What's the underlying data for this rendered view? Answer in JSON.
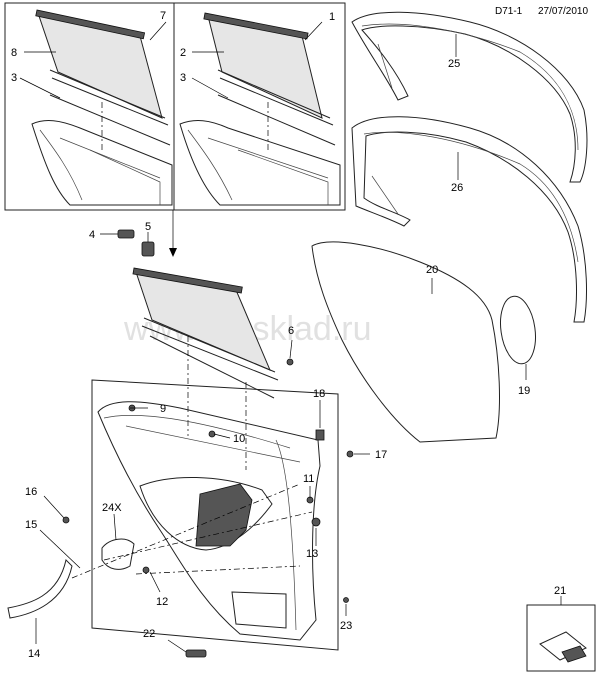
{
  "header": {
    "code": "D71-1",
    "date": "27/07/2010"
  },
  "watermark": "www.gmsklad.ru",
  "callouts": [
    {
      "id": "c7",
      "text": "7"
    },
    {
      "id": "c1",
      "text": "1"
    },
    {
      "id": "c8",
      "text": "8"
    },
    {
      "id": "c2",
      "text": "2"
    },
    {
      "id": "c3a",
      "text": "3"
    },
    {
      "id": "c3b",
      "text": "3"
    },
    {
      "id": "c25",
      "text": "25"
    },
    {
      "id": "c26",
      "text": "26"
    },
    {
      "id": "c4",
      "text": "4"
    },
    {
      "id": "c5",
      "text": "5"
    },
    {
      "id": "c20",
      "text": "20"
    },
    {
      "id": "c6",
      "text": "6"
    },
    {
      "id": "c19",
      "text": "19"
    },
    {
      "id": "c9",
      "text": "9"
    },
    {
      "id": "c18",
      "text": "18"
    },
    {
      "id": "c10",
      "text": "10"
    },
    {
      "id": "c17",
      "text": "17"
    },
    {
      "id": "c11",
      "text": "11"
    },
    {
      "id": "c16",
      "text": "16"
    },
    {
      "id": "c24x",
      "text": "24X"
    },
    {
      "id": "c15",
      "text": "15"
    },
    {
      "id": "c13",
      "text": "13"
    },
    {
      "id": "c12",
      "text": "12"
    },
    {
      "id": "c21",
      "text": "21"
    },
    {
      "id": "c23",
      "text": "23"
    },
    {
      "id": "c22",
      "text": "22"
    },
    {
      "id": "c14",
      "text": "14"
    }
  ]
}
